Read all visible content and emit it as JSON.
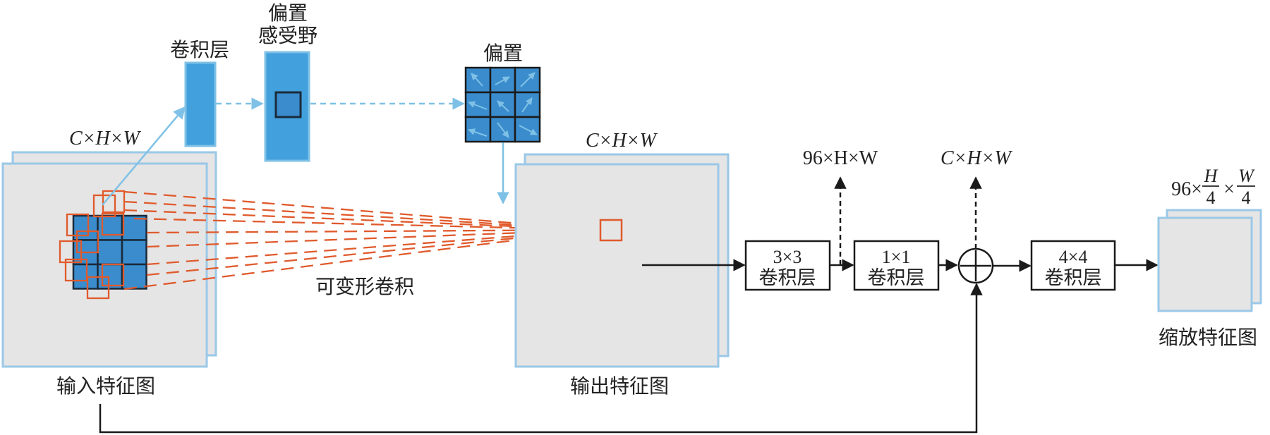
{
  "colors": {
    "blue_fill": "#42a0dc",
    "blue_light": "#7fc1e6",
    "blue_dark": "#3a8ccd",
    "map_fill": "#e5e5e5",
    "map_stroke": "#9ac8e8",
    "red": "#e05a2c",
    "black": "#1a1a1a"
  },
  "labels": {
    "conv_layer": "卷积层",
    "offset": "偏置",
    "receptive_field": "感受野",
    "offset_grid": "偏置",
    "input_dims": "C×H×W",
    "output_dims": "C×H×W",
    "input_map": "输入特征图",
    "output_map": "输出特征图",
    "deformable_conv": "可变形卷积",
    "branch1_dims": "96×H×W",
    "branch2_dims": "C×H×W",
    "scaled_prefix": "96×",
    "scaled_h": "H",
    "scaled_w": "W",
    "scaled_den": "4",
    "scaled_map": "缩放特征图"
  },
  "blocks": [
    {
      "id": "conv3x3",
      "kernel": "3×3",
      "name": "卷积层"
    },
    {
      "id": "conv1x1",
      "kernel": "1×1",
      "name": "卷积层"
    },
    {
      "id": "conv4x4",
      "kernel": "4×4",
      "name": "卷积层"
    }
  ],
  "operators": {
    "add": "+"
  },
  "offset_arrows": [
    {
      "dir": "up-left"
    },
    {
      "dir": "up-right"
    },
    {
      "dir": "up-right"
    },
    {
      "dir": "left"
    },
    {
      "dir": "up-left"
    },
    {
      "dir": "up-right"
    },
    {
      "dir": "left"
    },
    {
      "dir": "down-right"
    },
    {
      "dir": "down-right"
    }
  ]
}
